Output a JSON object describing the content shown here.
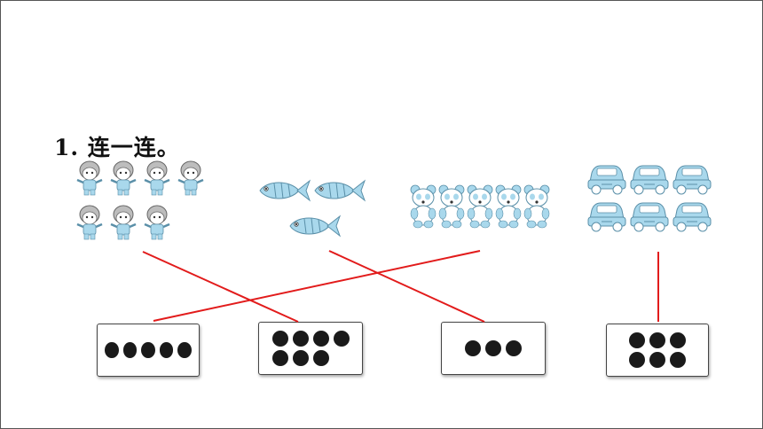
{
  "title": "1.  连一连。",
  "picture_groups": [
    {
      "name": "children",
      "count": 7,
      "icon": "child-icon",
      "color": "#a9d8ec"
    },
    {
      "name": "fish",
      "count": 3,
      "icon": "fish-icon",
      "color": "#a9d8ec"
    },
    {
      "name": "pandas",
      "count": 5,
      "icon": "panda-icon",
      "color": "#a9d8ec"
    },
    {
      "name": "cars",
      "count": 6,
      "icon": "car-icon",
      "color": "#a9d8ec"
    }
  ],
  "dot_boxes": [
    {
      "count": 5,
      "rows": [
        5
      ]
    },
    {
      "count": 7,
      "rows": [
        4,
        3
      ]
    },
    {
      "count": 3,
      "rows": [
        3
      ]
    },
    {
      "count": 6,
      "rows": [
        3,
        3
      ]
    }
  ],
  "connections": [
    {
      "from_group": "children",
      "to_box": 7
    },
    {
      "from_group": "fish",
      "to_box": 3
    },
    {
      "from_group": "pandas",
      "to_box": 5
    },
    {
      "from_group": "cars",
      "to_box": 6
    }
  ],
  "line_color": "#e21b1b"
}
